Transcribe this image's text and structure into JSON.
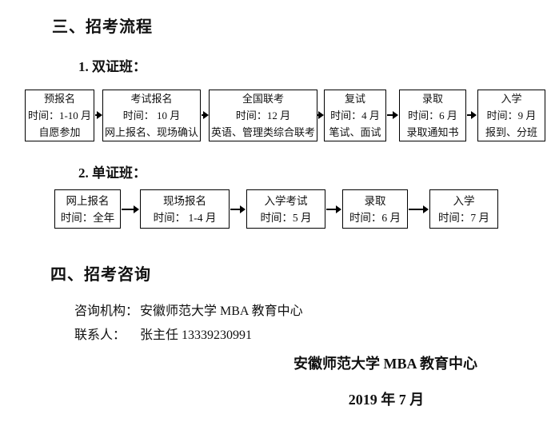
{
  "colors": {
    "background": "#ffffff",
    "text": "#111111",
    "box_border": "#000000",
    "arrow": "#000000"
  },
  "sections": {
    "flow": {
      "heading": "三、招考流程",
      "dual": {
        "label": "1. 双证班：",
        "steps": [
          {
            "l1": "预报名",
            "l2": "时间：1-10 月",
            "l3": "自愿参加"
          },
          {
            "l1": "考试报名",
            "l2": "时间： 10 月",
            "l3": "网上报名、现场确认"
          },
          {
            "l1": "全国联考",
            "l2": "时间：12 月",
            "l3": "英语、管理类综合联考"
          },
          {
            "l1": "复试",
            "l2": "时间：4 月",
            "l3": "笔试、面试"
          },
          {
            "l1": "录取",
            "l2": "时间：6 月",
            "l3": "录取通知书"
          },
          {
            "l1": "入学",
            "l2": "时间：9 月",
            "l3": "报到、分班"
          }
        ]
      },
      "single": {
        "label": "2. 单证班：",
        "steps": [
          {
            "l1": "网上报名",
            "l2": "时间：全年"
          },
          {
            "l1": "现场报名",
            "l2": "时间： 1-4 月"
          },
          {
            "l1": "入学考试",
            "l2": "时间：5 月"
          },
          {
            "l1": "录取",
            "l2": "时间：6 月"
          },
          {
            "l1": "入学",
            "l2": "时间：7 月"
          }
        ]
      }
    },
    "consult": {
      "heading": "四、招考咨询",
      "agency_label": "咨询机构：",
      "agency_value": "安徽师范大学 MBA 教育中心",
      "contact_label": "联系人：",
      "contact_value": "张主任  13339230991"
    }
  },
  "footer": {
    "org": "安徽师范大学 MBA 教育中心",
    "date": "2019 年 7 月"
  }
}
